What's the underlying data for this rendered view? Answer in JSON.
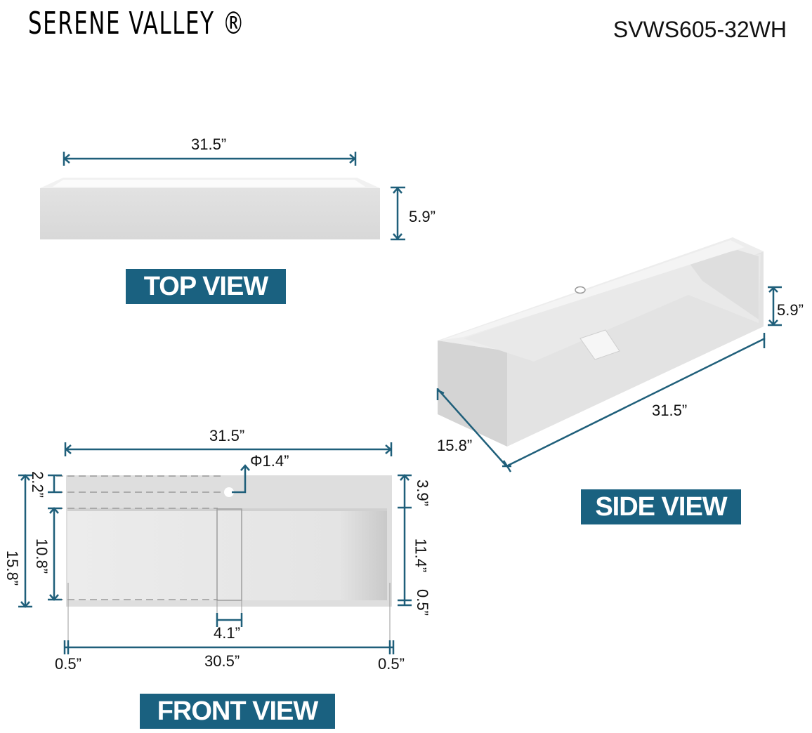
{
  "header": {
    "brand": "SERENE VALLEY ®",
    "model": "SVWS605-32WH"
  },
  "colors": {
    "accent": "#1a6180",
    "dimension_line": "#1f5f7a",
    "sink_body": "#dcdcdc",
    "background": "#ffffff"
  },
  "top_view": {
    "label": "TOP VIEW",
    "width": "31.5”",
    "height": "5.9”"
  },
  "side_view": {
    "label": "SIDE VIEW",
    "height": "5.9”",
    "length": "31.5”",
    "depth": "15.8”"
  },
  "front_view": {
    "label": "FRONT VIEW",
    "overall_width": "31.5”",
    "faucet_hole_diameter": "Φ1.4”",
    "hole_offset": "2.2”",
    "basin_depth_left": "10.8”",
    "overall_depth": "15.8”",
    "back_deck": "3.9”",
    "basin_depth_right": "11.4”",
    "front_wall": "0.5”",
    "drain_width": "4.1”",
    "inner_width": "30.5”",
    "left_wall": "0.5”",
    "right_wall": "0.5”"
  }
}
